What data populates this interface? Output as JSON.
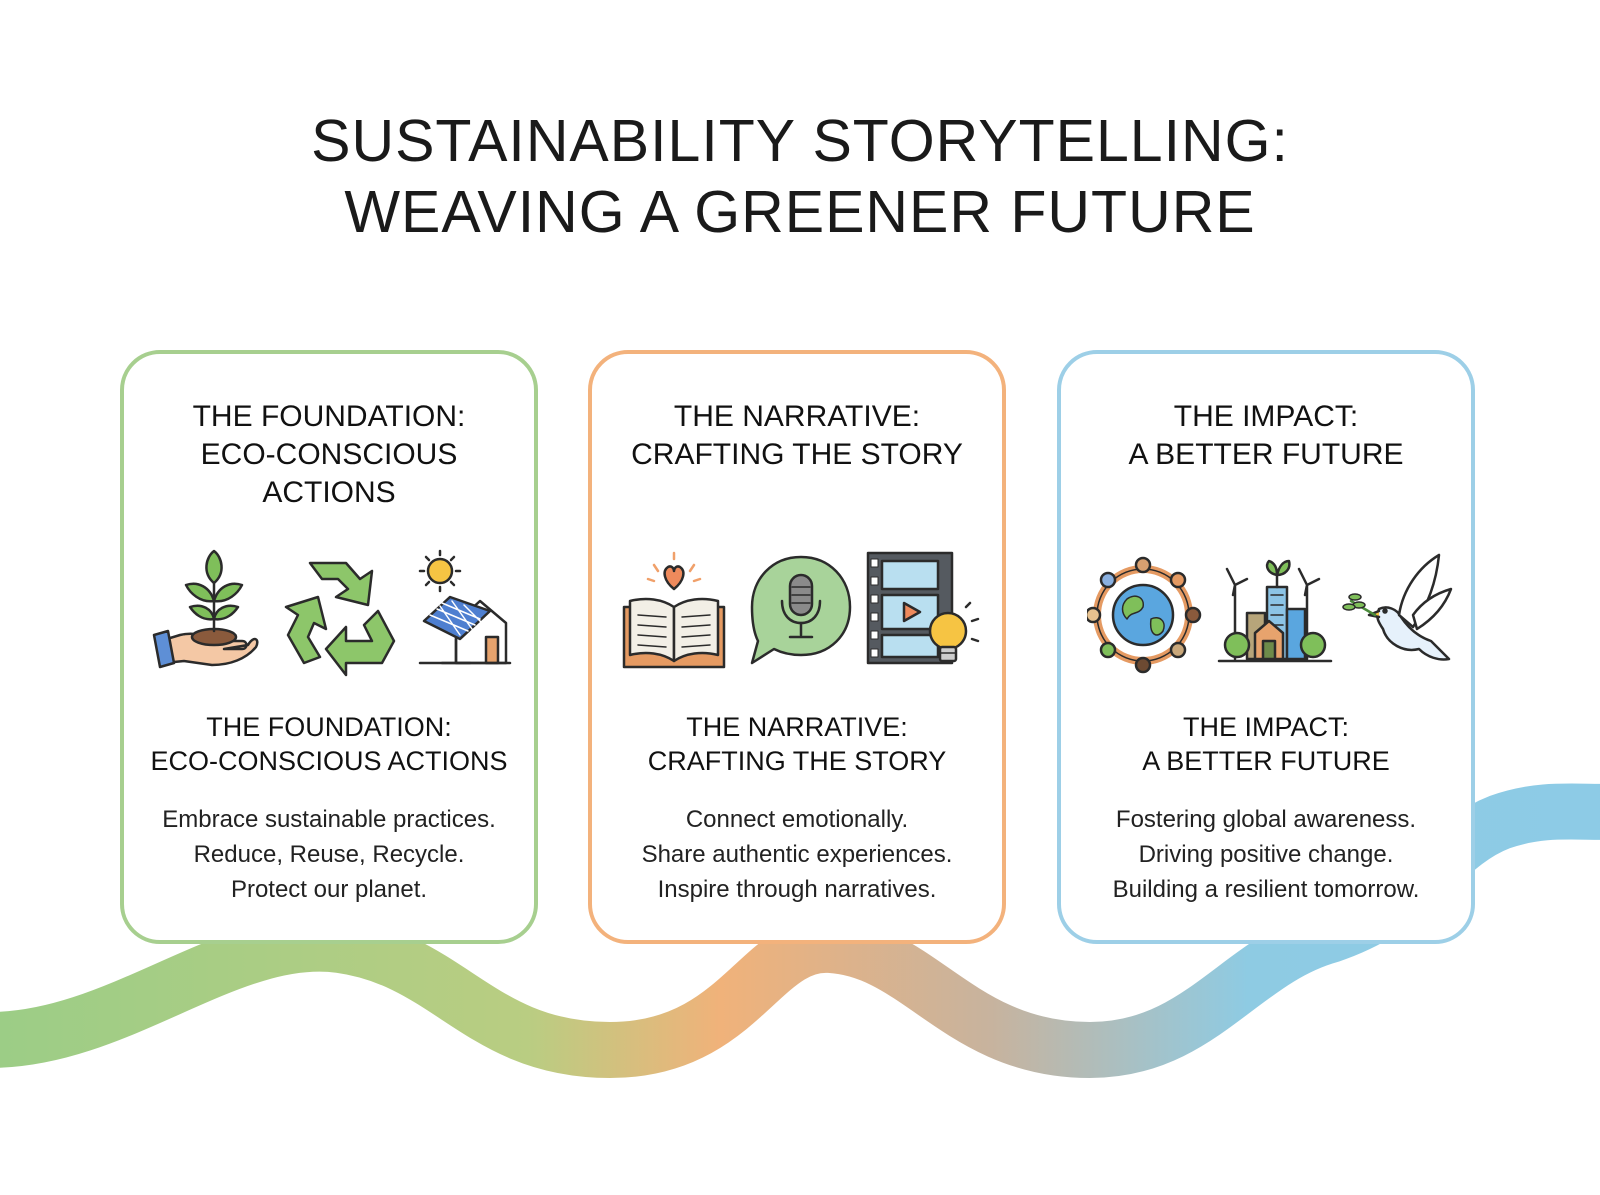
{
  "title": {
    "line1": "SUSTAINABILITY STORYTELLING:",
    "line2": "WEAVING A GREENER FUTURE"
  },
  "colors": {
    "green": "#a7cf8f",
    "orange": "#f3b27c",
    "blue": "#9dcfe7"
  },
  "cards": [
    {
      "heading": [
        "THE FOUNDATION:",
        "ECO-CONSCIOUS",
        "ACTIONS"
      ],
      "icons": [
        "plant-in-hand-icon",
        "recycle-icon",
        "solar-house-icon"
      ],
      "subheading": [
        "THE FOUNDATION:",
        "ECO-CONSCIOUS ACTIONS"
      ],
      "body": [
        "Embrace sustainable practices.",
        "Reduce, Reuse, Recycle.",
        "Protect our planet."
      ]
    },
    {
      "heading": [
        "THE NARRATIVE:",
        "CRAFTING THE STORY"
      ],
      "icons": [
        "open-book-heart-icon",
        "microphone-bubble-icon",
        "film-lightbulb-icon"
      ],
      "subheading": [
        "THE NARRATIVE:",
        "CRAFTING THE STORY"
      ],
      "body": [
        "Connect emotionally.",
        "Share authentic experiences.",
        "Inspire through narratives."
      ]
    },
    {
      "heading": [
        "THE IMPACT:",
        "A BETTER FUTURE"
      ],
      "icons": [
        "globe-community-icon",
        "green-city-icon",
        "dove-icon"
      ],
      "subheading": [
        "THE IMPACT:",
        "A BETTER FUTURE"
      ],
      "body": [
        "Fostering global awareness.",
        "Driving positive change.",
        "Building a resilient tomorrow."
      ]
    }
  ]
}
